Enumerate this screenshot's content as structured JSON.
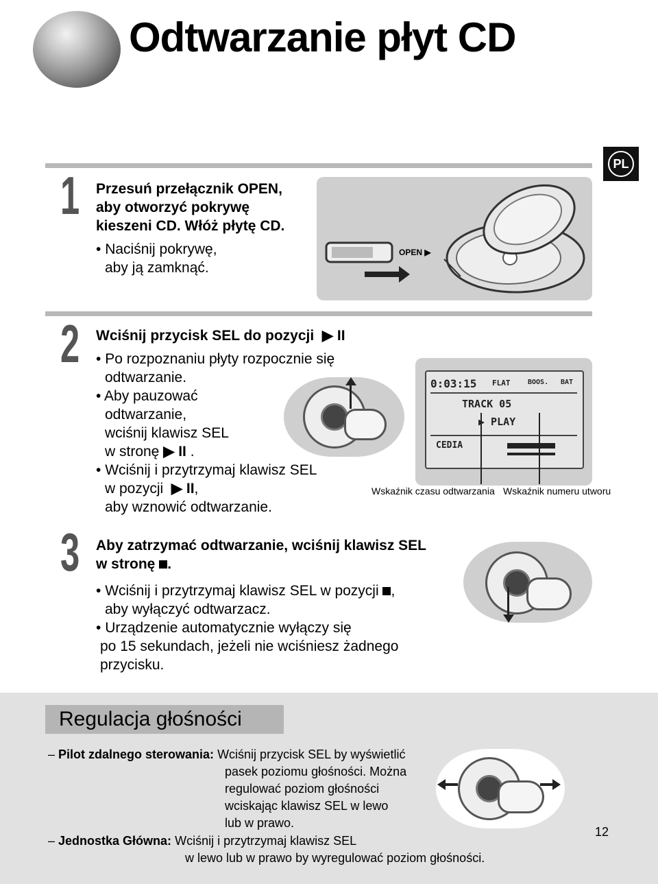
{
  "page": {
    "title": "Odtwarzanie płyt CD",
    "lang_badge": "PL",
    "page_number": "12"
  },
  "step1": {
    "number": "1",
    "main": [
      "Przesuń przełącznik OPEN,",
      "aby otworzyć pokrywę",
      "kieszeni CD. Włóż płytę CD."
    ],
    "bullet": [
      "Naciśnij pokrywę,",
      "aby ją zamknąć."
    ],
    "switch_label": "OPEN ▶"
  },
  "step2": {
    "number": "2",
    "main": "Wciśnij przycisk SEL do pozycji",
    "main_symbol": "▶ II",
    "bullet1": [
      "Po rozpoznaniu płyty rozpocznie się",
      "odtwarzanie."
    ],
    "bullet2": [
      "Aby pauzować",
      "odtwarzanie,",
      "wciśnij klawisz SEL",
      "w stronę"
    ],
    "bullet2_symbol": "▶ II",
    "bullet3": [
      "Wciśnij i przytrzymaj klawisz SEL",
      "w pozycji",
      "aby wznowić odtwarzanie."
    ],
    "bullet3_symbol": "▶ II",
    "lcd": {
      "time": "0:03:15",
      "tag1": "FLAT",
      "tag2": "BOOS.",
      "tag3": "BAT",
      "track": "TRACK 05",
      "status": "▶ PLAY",
      "mode": "CEDIA"
    },
    "caption_time": "Wskaźnik czasu odtwarzania",
    "caption_track": "Wskaźnik numeru utworu"
  },
  "step3": {
    "number": "3",
    "main": [
      "Aby zatrzymać odtwarzanie, wciśnij klawisz SEL",
      "w stronę"
    ],
    "bullet1": [
      "Wciśnij i przytrzymaj klawisz SEL w pozycji",
      "aby wyłączyć odtwarzacz."
    ],
    "bullet2": [
      "Urządzenie automatycznie wyłączy się",
      "po 15 sekundach, jeżeli nie wciśniesz żadnego",
      "przycisku."
    ]
  },
  "volume": {
    "heading": "Regulacja głośności",
    "remote_label": "Pilot zdalnego sterowania:",
    "remote_text": [
      "Wciśnij przycisk SEL by wyświetlić",
      "pasek poziomu głośności. Można",
      "regulować poziom głośności",
      "wciskając klawisz SEL w lewo",
      "lub w prawo."
    ],
    "main_label": "Jednostka Główna:",
    "main_text": [
      "Wciśnij i przytrzymaj klawisz SEL",
      "w lewo lub w prawo by wyregulować poziom głośności."
    ]
  }
}
